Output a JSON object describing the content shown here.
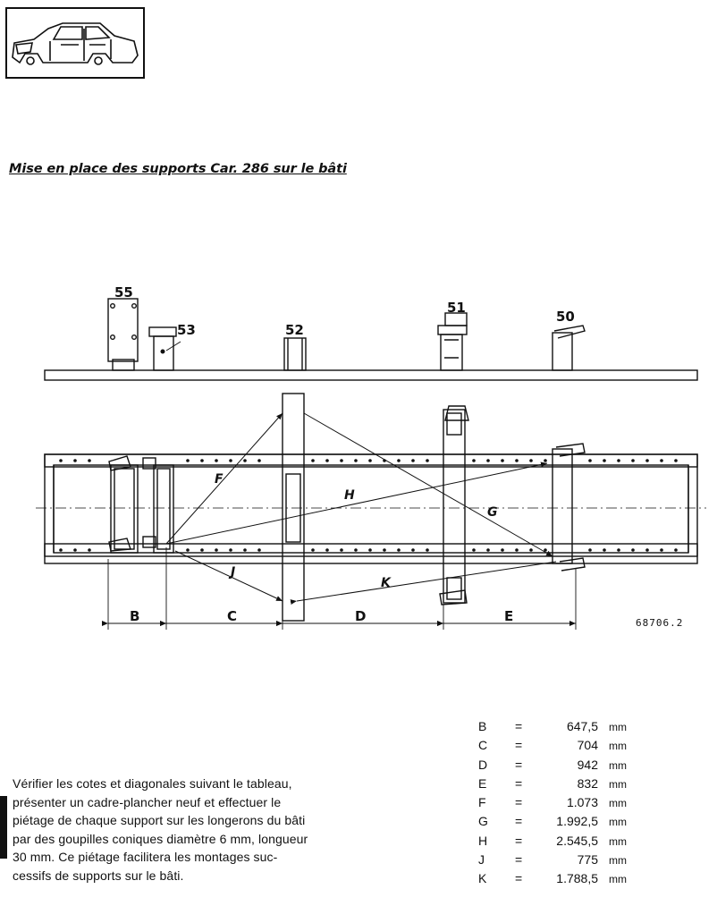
{
  "title": "Mise en place des supports Car. 286 sur le bâti",
  "support_labels": [
    "55",
    "53",
    "52",
    "51",
    "50"
  ],
  "diagonal_labels": [
    "F",
    "H",
    "G",
    "J",
    "K"
  ],
  "dimension_labels": [
    "B",
    "C",
    "D",
    "E"
  ],
  "reference": "68706.2",
  "paragraph_lines": [
    "Vérifier les cotes et diagonales suivant le tableau,",
    "présenter un cadre-plancher neuf et effectuer le",
    "piétage de chaque support sur les longerons du bâti",
    "par des goupilles coniques diamètre 6 mm, longueur",
    "30 mm. Ce piétage facilitera les montages suc-",
    "cessifs de supports sur le bâti."
  ],
  "values": [
    {
      "key": "B",
      "eq": "=",
      "num": "647,5",
      "unit": "mm"
    },
    {
      "key": "C",
      "eq": "=",
      "num": "704",
      "unit": "mm"
    },
    {
      "key": "D",
      "eq": "=",
      "num": "942",
      "unit": "mm"
    },
    {
      "key": "E",
      "eq": "=",
      "num": "832",
      "unit": "mm"
    },
    {
      "key": "F",
      "eq": "=",
      "num": "1.073",
      "unit": "mm"
    },
    {
      "key": "G",
      "eq": "=",
      "num": "1.992,5",
      "unit": "mm"
    },
    {
      "key": "H",
      "eq": "=",
      "num": "2.545,5",
      "unit": "mm"
    },
    {
      "key": "J",
      "eq": "=",
      "num": "775",
      "unit": "mm"
    },
    {
      "key": "K",
      "eq": "=",
      "num": "1.788,5",
      "unit": "mm"
    }
  ]
}
